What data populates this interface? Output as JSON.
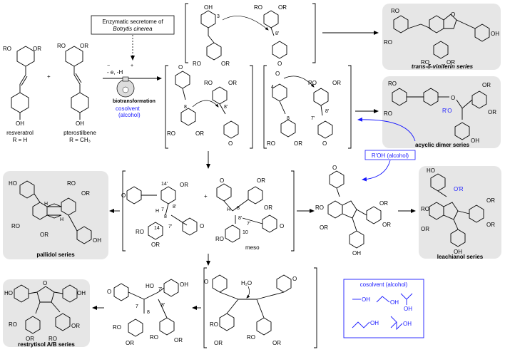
{
  "enzyme_box": {
    "line1": "Enzymatic secretome  of",
    "line2": "Botrytis cinerea"
  },
  "reactants": {
    "resveratrol": "resveratrol",
    "resveratrol_r": "R = H",
    "pterostilbene": "pterostilbene",
    "pterostilbene_r": "R = CH₃",
    "plus": "+"
  },
  "conditions": {
    "electron": "- e, -H",
    "minus_sign": "−",
    "plus_sign": "+",
    "biotransformation": "biotransformation",
    "cosolvent": "cosolvent",
    "alcohol": "(alcohol)"
  },
  "series": {
    "trans_viniferin": "trans-δ-viniferin series",
    "acyclic_dimer": "acyclic dimer series",
    "pallidol": "pallidol series",
    "leachianol": "leachianol series",
    "restrytisol": "restrytisol A/B series"
  },
  "labels": {
    "ro": "RO",
    "or": "OR",
    "oh": "OH",
    "ho": "HO",
    "o": "O",
    "rprime_o": "R'O",
    "o_rprime": "O'R",
    "h": "H",
    "h2o": "H₂O",
    "meso": "meso",
    "roh_alcohol": "R'OH (alcohol)",
    "n3": "3",
    "n8p": "8'",
    "n8": "8",
    "n4": "4",
    "n7p": "7'",
    "n7": "7",
    "n14p": "14'",
    "n14": "14",
    "n10": "10"
  },
  "cosolvent_box": {
    "title": "cosolvent (alcohol)",
    "oh": "OH"
  },
  "colors": {
    "accent_blue": "#1a1aff",
    "panel_gray": "#e6e6e6"
  }
}
